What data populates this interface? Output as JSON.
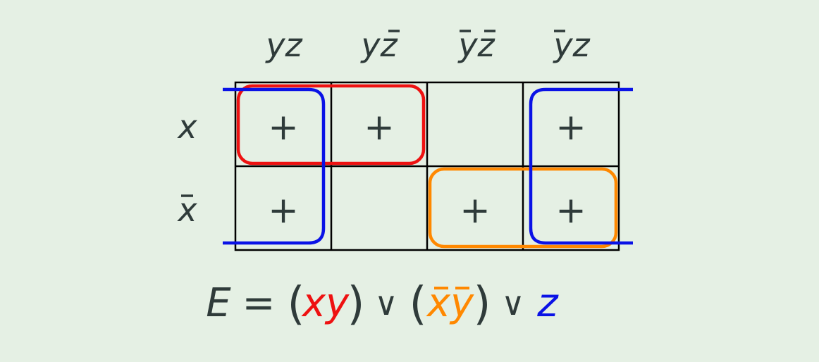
{
  "kmap": {
    "columns": [
      {
        "base": "yz",
        "bar": [
          false,
          false
        ]
      },
      {
        "base": "yz",
        "bar": [
          false,
          true
        ]
      },
      {
        "base": "yz",
        "bar": [
          true,
          true
        ]
      },
      {
        "base": "yz",
        "bar": [
          true,
          false
        ]
      }
    ],
    "rows": [
      {
        "base": "x",
        "bar": false
      },
      {
        "base": "x",
        "bar": true
      }
    ],
    "cells": [
      [
        "+",
        "+",
        "",
        "+"
      ],
      [
        "+",
        "",
        "+",
        "+"
      ]
    ],
    "groups": [
      {
        "name": "xy",
        "color": "#ee1111",
        "cells": "row 1, columns 1-2"
      },
      {
        "name": "x̄ȳ",
        "color": "#ff8800",
        "cells": "row 2, columns 3-4"
      },
      {
        "name": "z",
        "color": "#0a12e6",
        "cells": "columns 1 and 4, wrap-around"
      }
    ]
  },
  "formula": {
    "lhs": "E",
    "eq": "=",
    "or": "∨",
    "open": "(",
    "close": ")",
    "term1": "xy",
    "term2": "xy",
    "term2_bar": [
      true,
      true
    ],
    "term3": "z"
  },
  "colors": {
    "background": "#e5f0e4",
    "text": "#2f3b3a",
    "red": "#ee1111",
    "orange": "#ff8800",
    "blue": "#0a12e6"
  }
}
